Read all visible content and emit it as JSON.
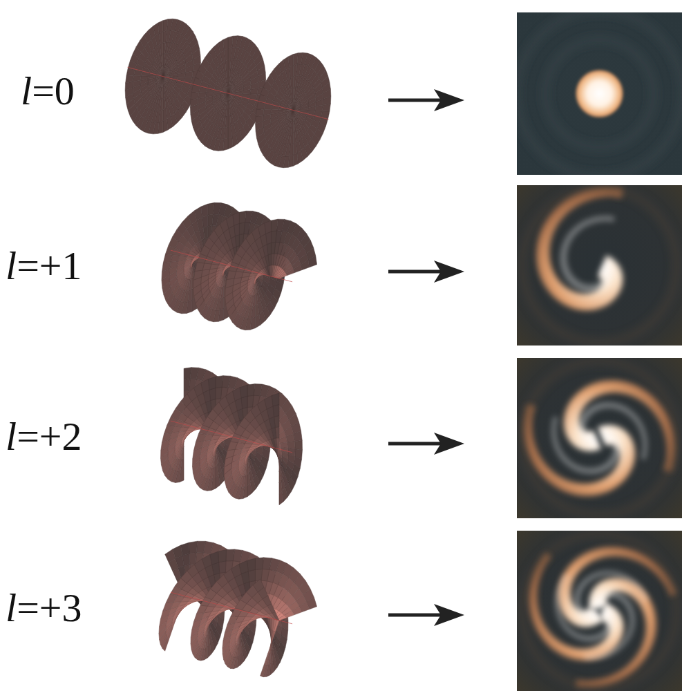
{
  "diagram": {
    "labels": [
      "l=0",
      "l=+1",
      "l=+2",
      "l=+3"
    ]
  }
}
